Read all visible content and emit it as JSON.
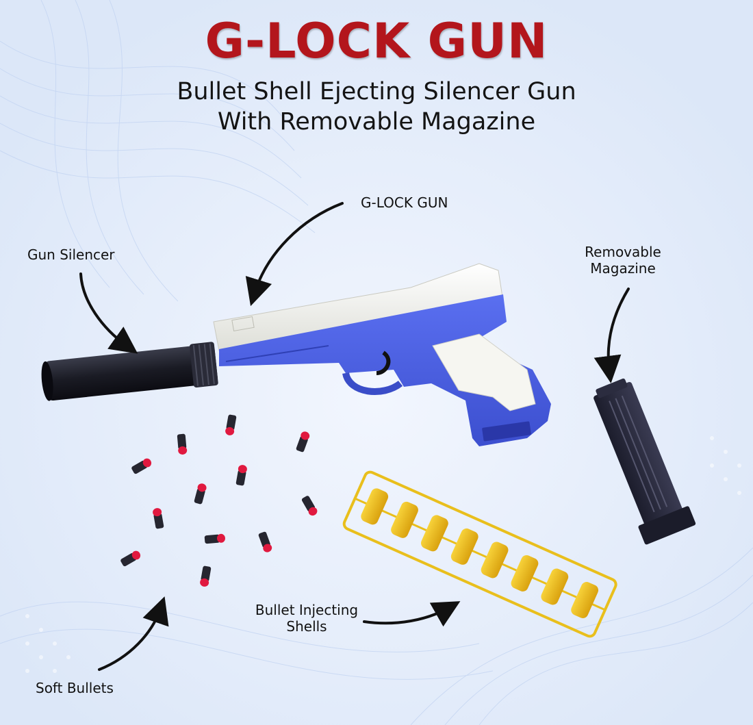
{
  "title": "G-LOCK GUN",
  "subtitle": [
    "Bullet Shell Ejecting Silencer Gun",
    "With Removable Magazine"
  ],
  "callouts": {
    "gun": "G-LOCK GUN",
    "silencer": "Gun Silencer",
    "magazine": [
      "Removable",
      "Magazine"
    ],
    "shells": [
      "Bullet Injecting",
      "Shells"
    ],
    "bullets": "Soft Bullets"
  },
  "colors": {
    "title": "#b3161c",
    "background": "#e6eefb",
    "gun_body": "#4a5fe0",
    "gun_slide": "#f4f4f0",
    "bullet_tip": "#e0193f",
    "shell": "#f2c020",
    "magazine": "#25263a"
  },
  "icons": [
    "arrow-icon"
  ]
}
